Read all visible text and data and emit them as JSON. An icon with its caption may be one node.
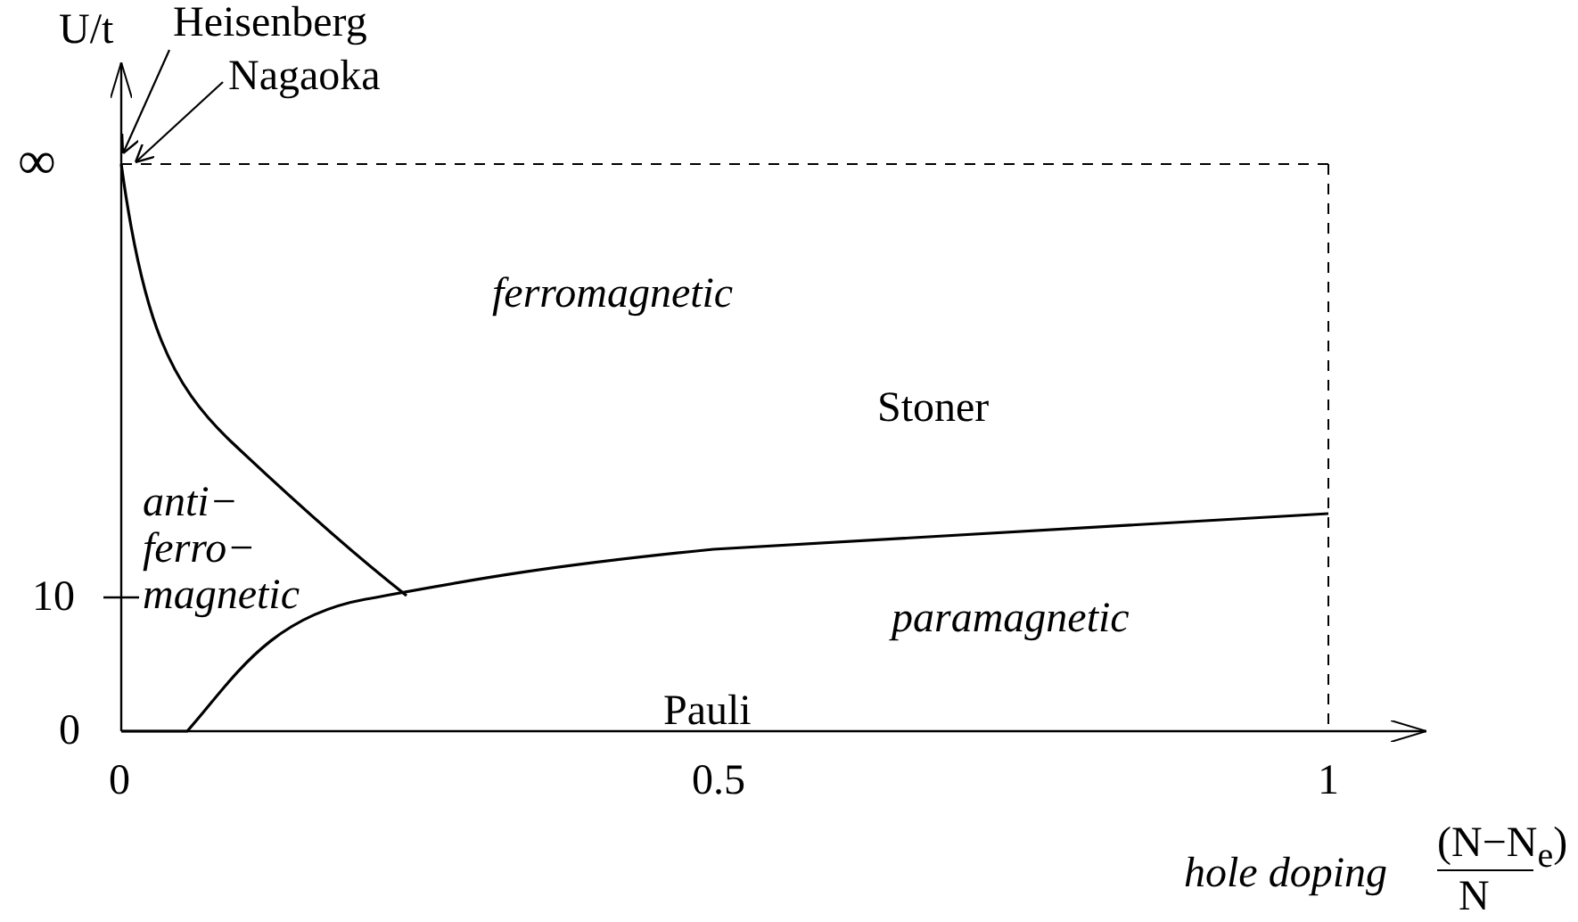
{
  "diagram": {
    "nodes": [
      {
        "text": [
          "Heisenberg"
        ]
      },
      {
        "text": [
          "Nagaoka"
        ]
      },
      {
        "text": [],
        "shape": "curve"
      }
    ],
    "edges": [
      {
        "from": 0,
        "to": 2,
        "arrow": "to"
      },
      {
        "from": 1,
        "to": 2,
        "arrow": "to"
      }
    ],
    "labels": [
      "U/t",
      "∞",
      "ferromagnetic",
      "Stoner",
      "anti− ferro− magnetic",
      "10",
      "paramagnetic",
      "0",
      "Pauli",
      "0",
      "0.5",
      "1",
      "hole doping",
      "(N−N$_{e}$)",
      "N"
    ]
  }
}
